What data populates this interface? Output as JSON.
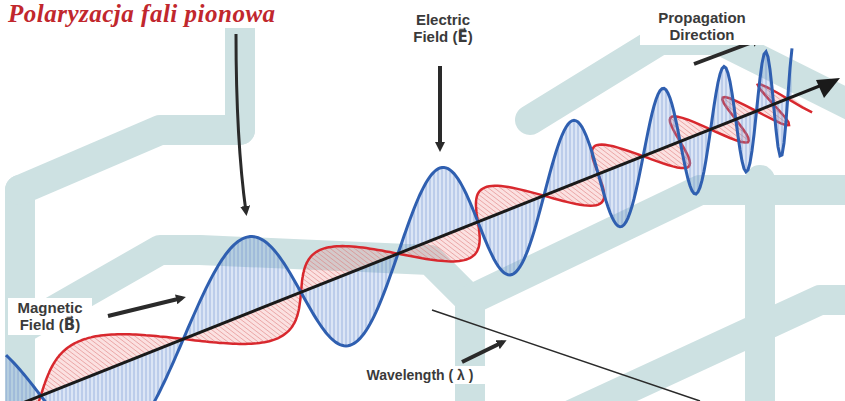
{
  "diagram": {
    "title": "Polaryzacja fali pionowa",
    "labels": [
      "Propagation Direction",
      "Electric Field (E⃗)",
      "Magnetic Field (B⃗)",
      "Wavelength ( λ )"
    ]
  }
}
